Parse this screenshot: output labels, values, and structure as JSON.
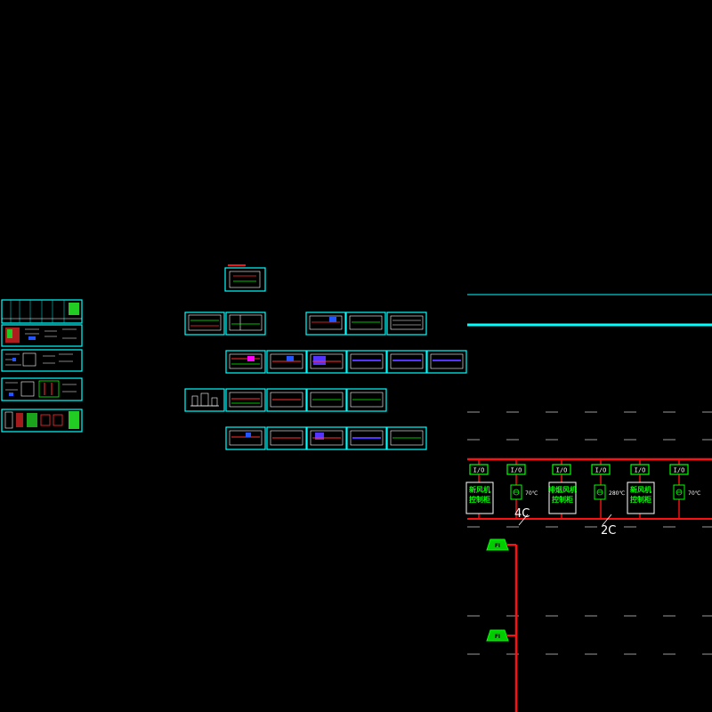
{
  "title_block": {
    "frame_color": "#00ffff"
  },
  "colors": {
    "background": "#000000",
    "frame": "#00ffff",
    "bus": "#ff1010",
    "device": "#00ff00",
    "text": "#ffffff",
    "grid": "#9a9a9a"
  },
  "io_modules": [
    {
      "label": "I/O"
    },
    {
      "label": "I/O"
    },
    {
      "label": "I/O"
    },
    {
      "label": "I/O"
    },
    {
      "label": "I/O"
    },
    {
      "label": "I/O"
    }
  ],
  "controllers": [
    {
      "lines": [
        "新风机",
        "控制柜"
      ]
    },
    {
      "lines": [
        "排烟风机",
        "控制柜"
      ]
    },
    {
      "lines": [
        "新风机",
        "控制柜"
      ]
    }
  ],
  "dampers": [
    {
      "temp": "70℃"
    },
    {
      "temp": "280℃"
    },
    {
      "temp": "70℃"
    }
  ],
  "cable_labels": {
    "left": "4C",
    "right": "2C"
  },
  "fire_inputs": [
    {
      "label": "FI"
    },
    {
      "label": "FI"
    }
  ]
}
